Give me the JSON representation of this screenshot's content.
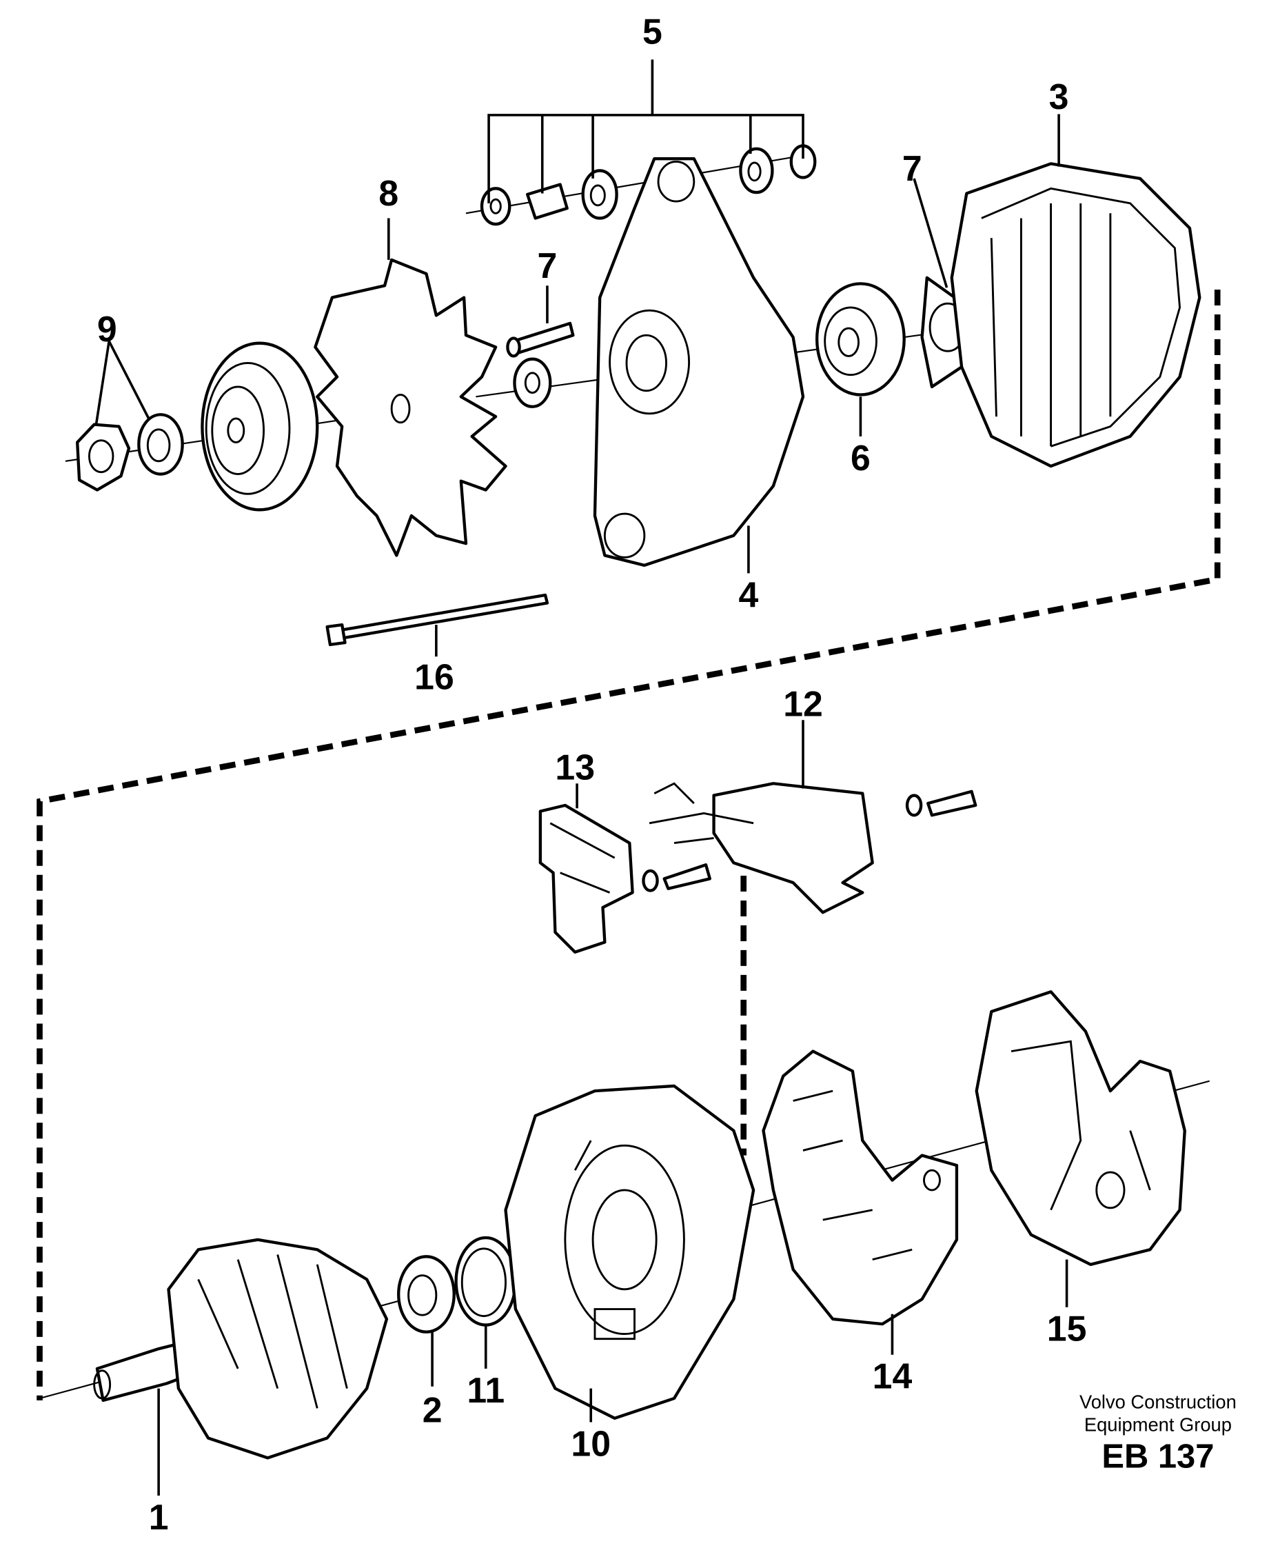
{
  "callouts": [
    "1",
    "2",
    "3",
    "4",
    "5",
    "6",
    "7",
    "7",
    "8",
    "9",
    "10",
    "11",
    "12",
    "13",
    "14",
    "15",
    "16"
  ],
  "credit": {
    "line1": "Volvo Construction",
    "line2": "Equipment Group",
    "code": "EB 137"
  }
}
